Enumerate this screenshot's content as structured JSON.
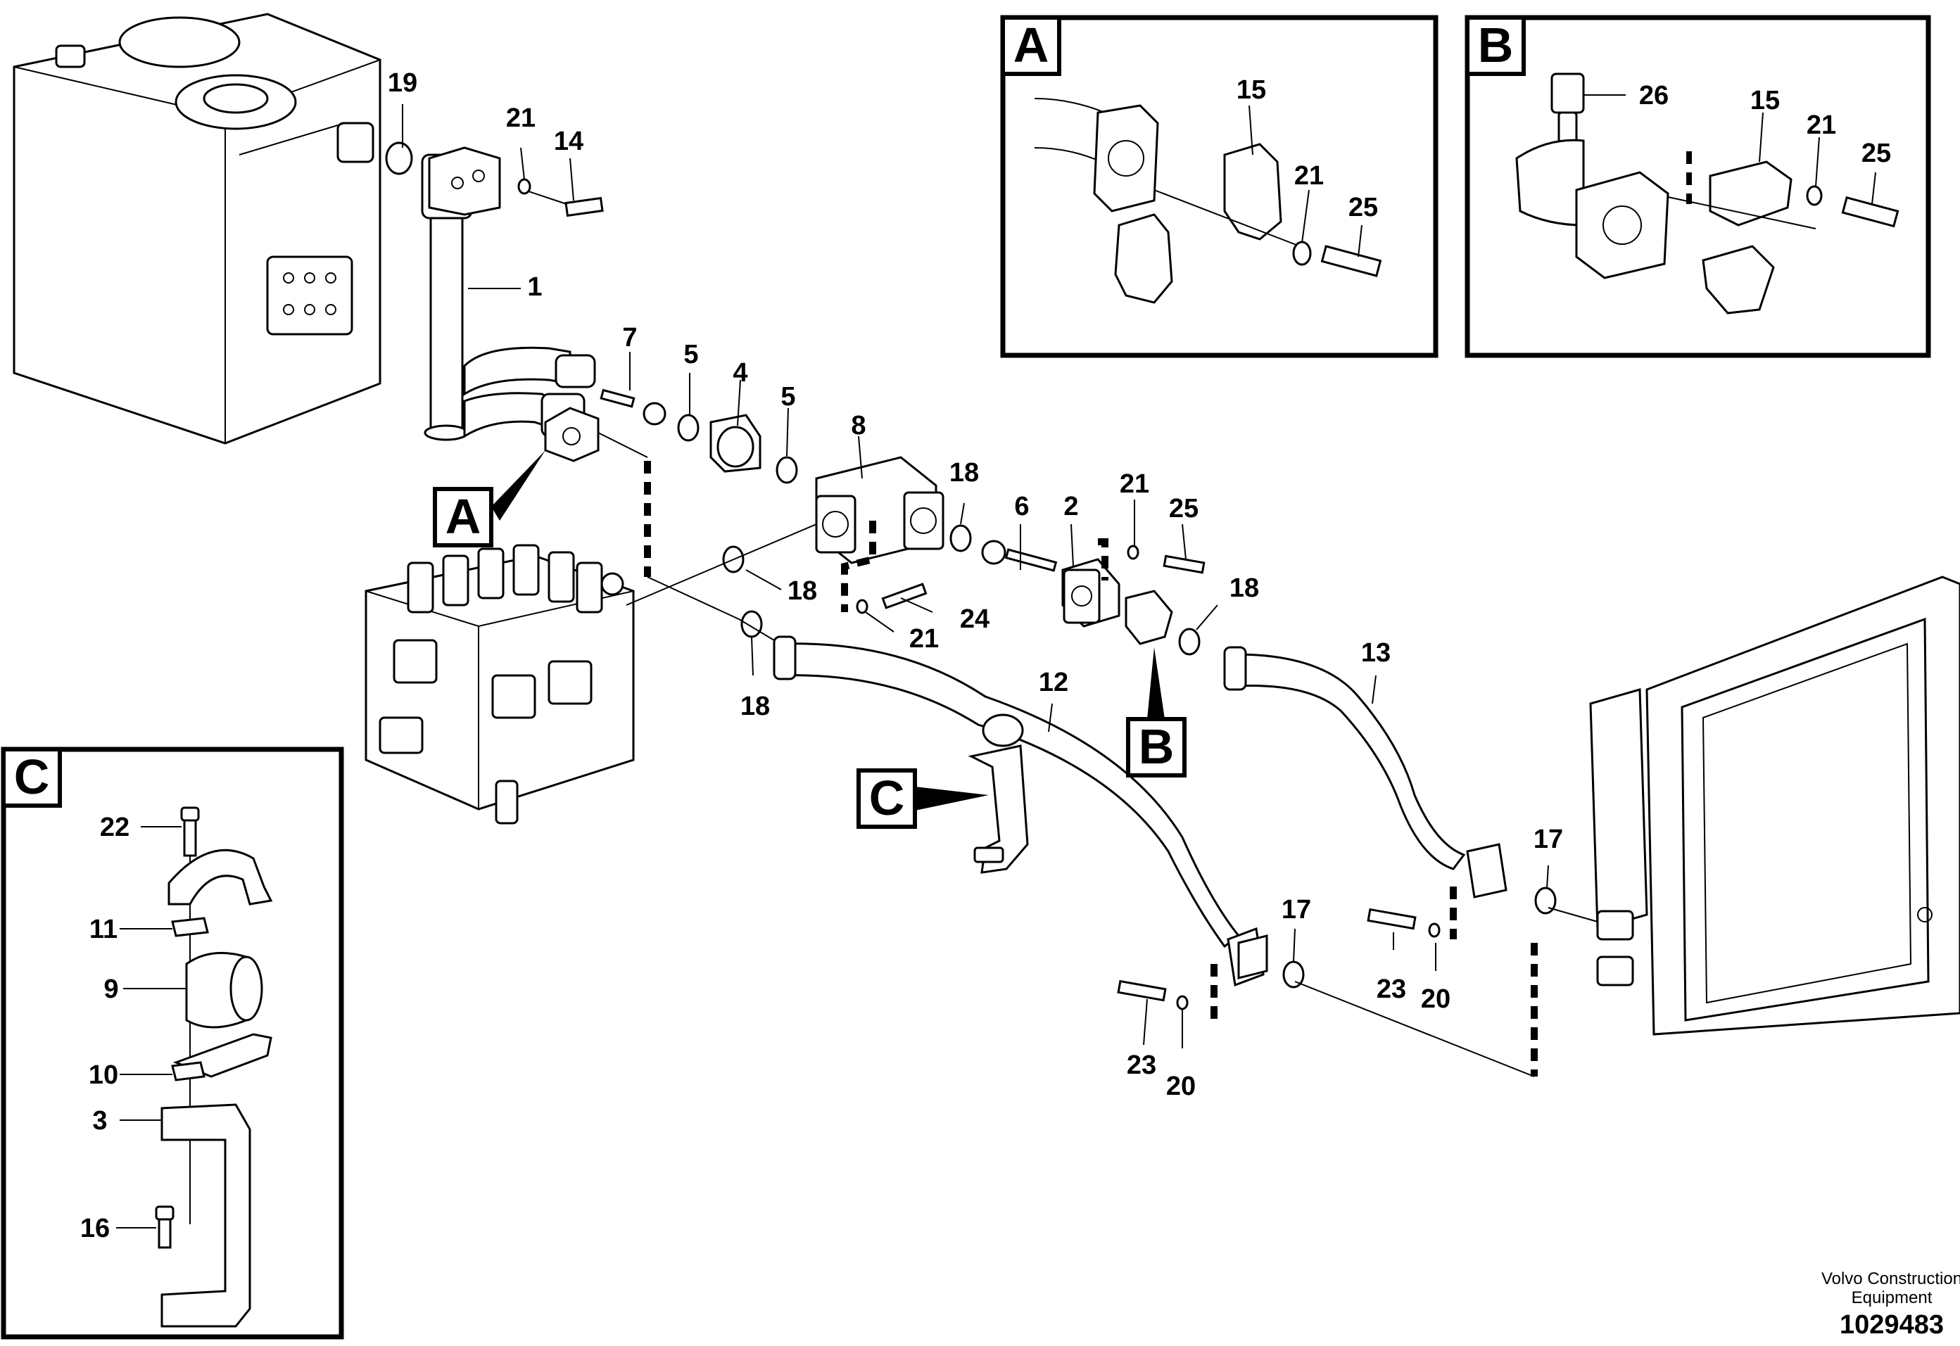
{
  "callouts": {
    "main": [
      "19",
      "21",
      "14",
      "1",
      "7",
      "5",
      "4",
      "5",
      "8",
      "18",
      "6",
      "2",
      "21",
      "25",
      "18",
      "18",
      "21",
      "24",
      "18",
      "12",
      "13",
      "17",
      "17",
      "23",
      "20",
      "23",
      "20"
    ],
    "detail_a": [
      "15",
      "21",
      "25"
    ],
    "detail_b": [
      "26",
      "15",
      "21",
      "25"
    ],
    "detail_c": [
      "22",
      "11",
      "9",
      "10",
      "3",
      "16"
    ]
  },
  "detail_labels": {
    "a_box": "A",
    "b_box": "B",
    "c_box": "C",
    "a_pointer": "A",
    "b_pointer": "B",
    "c_pointer": "C"
  },
  "footer": {
    "brand_line1": "Volvo Construction",
    "brand_line2": "Equipment",
    "drawing_number": "1029483"
  }
}
